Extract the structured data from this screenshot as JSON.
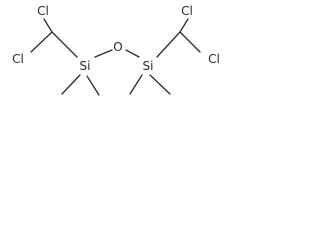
{
  "molecule": {
    "atoms": {
      "cl_left_top": "Cl",
      "cl_left_bottom": "Cl",
      "si_left": "Si",
      "oxygen": "O",
      "si_right": "Si",
      "cl_right_top": "Cl",
      "cl_right_bottom": "Cl"
    }
  }
}
